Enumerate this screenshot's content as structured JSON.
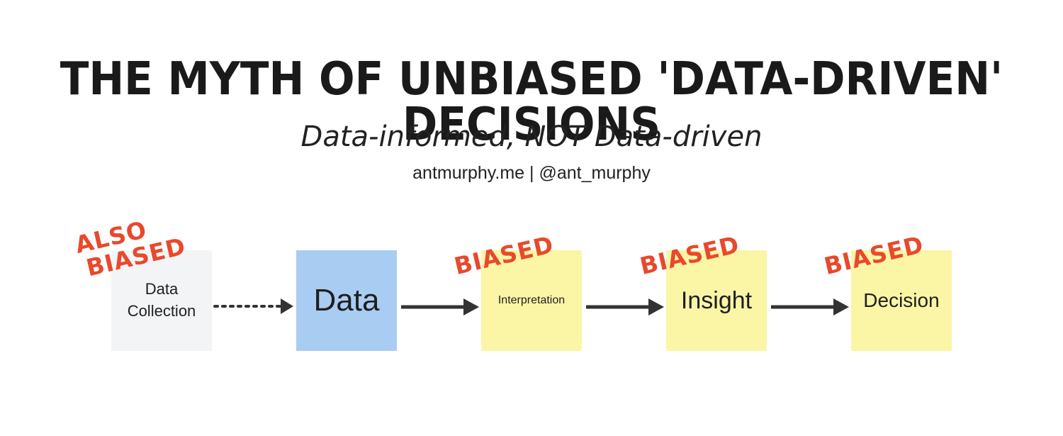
{
  "header": {
    "title": "The Myth of Unbiased 'Data-Driven' Decisions",
    "subtitle": "Data-informed, NOT Data-driven",
    "credit": "antmurphy.me | @ant_murphy"
  },
  "notes": {
    "collection": "Data Collection",
    "data": "Data",
    "interpretation": "Interpretation",
    "insight": "Insight",
    "decision": "Decision"
  },
  "stamps": {
    "collection_line1": "ALSO",
    "collection_line2": "BIASED",
    "interpretation": "BIASED",
    "insight": "BIASED",
    "decision": "BIASED"
  },
  "colors": {
    "stamp": "#e8492c",
    "note_white": "#f3f4f5",
    "note_blue": "#a9cdf2",
    "note_yellow": "#fbf5a6",
    "arrow": "#333333"
  }
}
